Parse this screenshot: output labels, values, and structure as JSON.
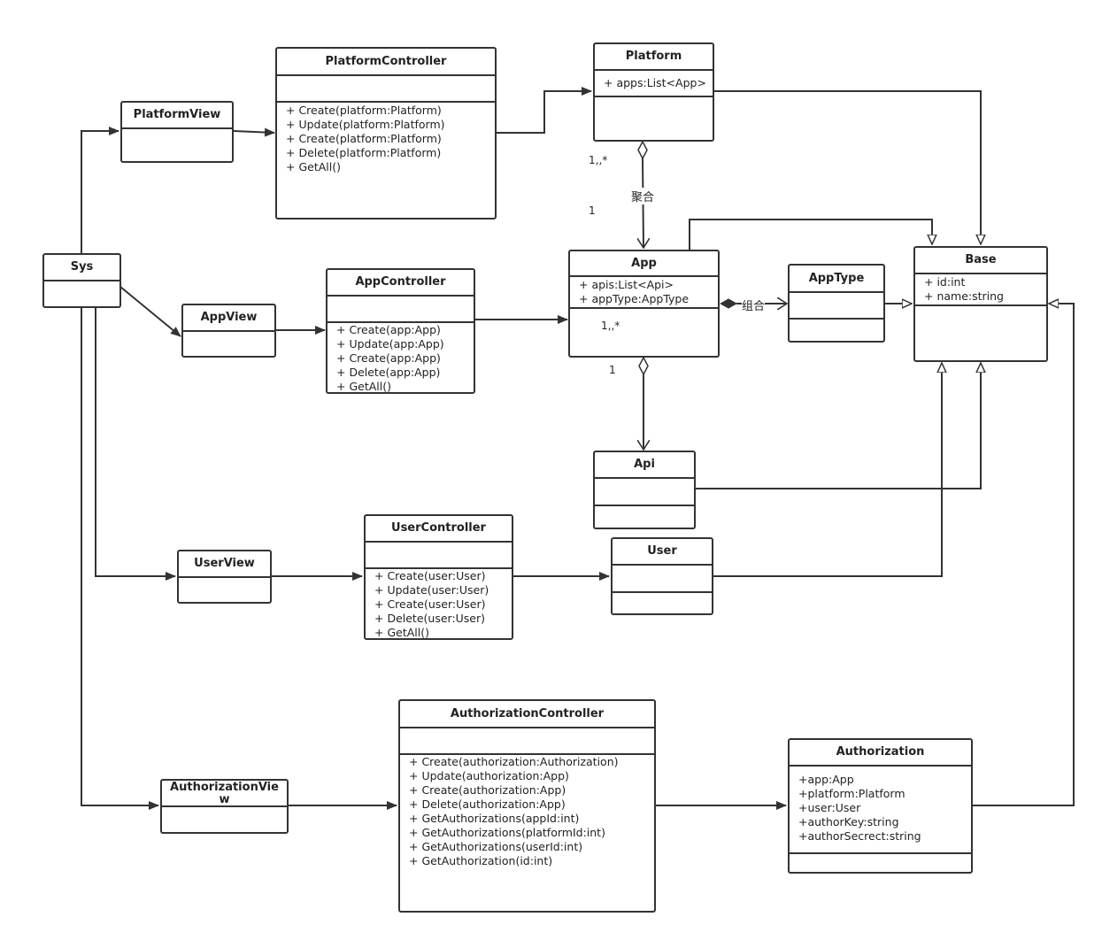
{
  "classes": {
    "sys": {
      "name": "Sys",
      "attrs": [],
      "ops": []
    },
    "platform_view": {
      "name": "PlatformView",
      "attrs": [],
      "ops": []
    },
    "platform_controller": {
      "name": "PlatformController",
      "attrs": [],
      "ops": [
        "+ Create(platform:Platform)",
        "+ Update(platform:Platform)",
        "+ Create(platform:Platform)",
        "+ Delete(platform:Platform)",
        "+ GetAll()"
      ]
    },
    "platform": {
      "name": "Platform",
      "attrs": [
        "+ apps:List<App>"
      ],
      "ops": []
    },
    "app_view": {
      "name": "AppView",
      "attrs": [],
      "ops": []
    },
    "app_controller": {
      "name": "AppController",
      "attrs": [],
      "ops": [
        "+ Create(app:App)",
        "+ Update(app:App)",
        "+ Create(app:App)",
        "+ Delete(app:App)",
        "+ GetAll()"
      ]
    },
    "app": {
      "name": "App",
      "attrs": [
        "+ apis:List<Api>",
        "+ appType:AppType"
      ],
      "ops": []
    },
    "app_type": {
      "name": "AppType",
      "attrs": [],
      "ops": []
    },
    "base": {
      "name": "Base",
      "attrs": [
        "+ id:int",
        "+ name:string"
      ],
      "ops": []
    },
    "api": {
      "name": "Api",
      "attrs": [],
      "ops": []
    },
    "user_view": {
      "name": "UserView",
      "attrs": [],
      "ops": []
    },
    "user_controller": {
      "name": "UserController",
      "attrs": [],
      "ops": [
        "+ Create(user:User)",
        "+ Update(user:User)",
        "+ Create(user:User)",
        "+ Delete(user:User)",
        "+ GetAll()"
      ]
    },
    "user": {
      "name": "User",
      "attrs": [],
      "ops": []
    },
    "authorization_view": {
      "name": "AuthorizationView",
      "attrs": [],
      "ops": []
    },
    "authorization_controller": {
      "name": "AuthorizationController",
      "attrs": [],
      "ops": [
        "+ Create(authorization:Authorization)",
        "+ Update(authorization:App)",
        "+ Create(authorization:App)",
        "+ Delete(authorization:App)",
        "+ GetAuthorizations(appId:int)",
        "+ GetAuthorizations(platformId:int)",
        "+ GetAuthorizations(userId:int)",
        "+ GetAuthorization(id:int)"
      ]
    },
    "authorization": {
      "name": "Authorization",
      "attrs": [
        "+app:App",
        "+platform:Platform",
        "+user:User",
        "+authorKey:string",
        "+authorSecrect:string"
      ],
      "ops": []
    }
  },
  "labels": {
    "platform_app_mult_top": "1,,*",
    "aggregation_1": "聚合",
    "platform_app_mult_bottom": "1",
    "composition": "组合",
    "app_api_mult_top": "1,,*",
    "app_api_mult_bottom": "1"
  }
}
